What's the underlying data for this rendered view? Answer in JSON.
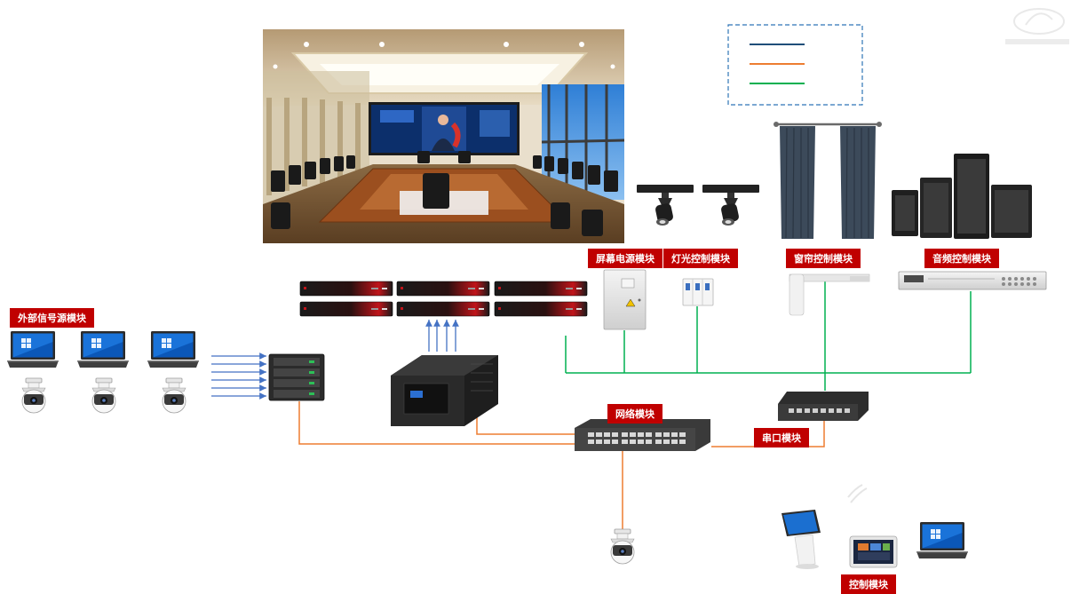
{
  "labels": {
    "external_signal": "外部信号源模块",
    "screen_power": "屏幕电源模块",
    "light_control": "灯光控制模块",
    "curtain_control": "窗帘控制模块",
    "audio_control": "音频控制模块",
    "network": "网络模块",
    "serial": "串口模块",
    "control": "控制模块"
  },
  "legend": {
    "items": [
      {
        "color": "#1f4e79"
      },
      {
        "color": "#ed7d31"
      },
      {
        "color": "#00b050"
      }
    ]
  },
  "colors": {
    "label_bg": "#c00000",
    "signal_line": "#4472c4",
    "orange_line": "#ed7d31",
    "green_line": "#00b050"
  }
}
